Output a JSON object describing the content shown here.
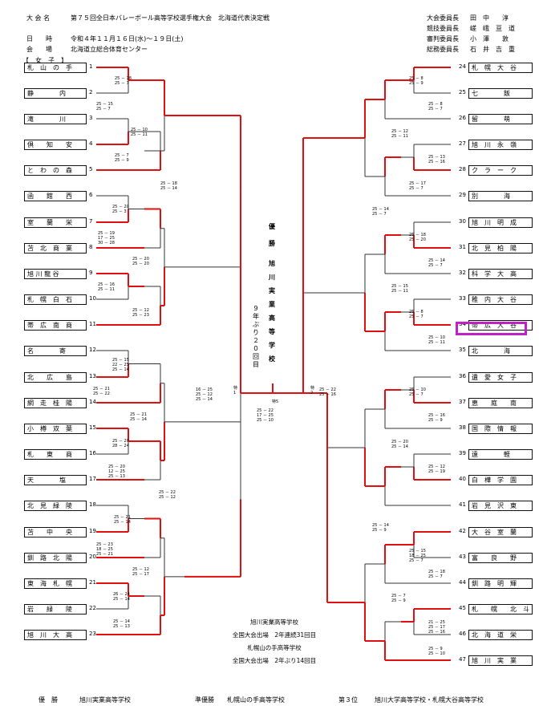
{
  "header": {
    "event_label": "大 会 名",
    "event_name": "第７５回全日本バレーボール高等学校選手権大会　北海道代表決定戦",
    "date_label": "日　　時",
    "date_value": "令和４年１１月１６日(水)～１９日(土)",
    "venue_label": "会　　場",
    "venue_value": "北海道立総合体育センター",
    "division": "【　女　子　】",
    "officials": [
      {
        "role": "大会委員長",
        "name": "田　中　　淳"
      },
      {
        "role": "競技委員長",
        "name": "嵯　峨　亘　道"
      },
      {
        "role": "審判委員長",
        "name": "小　澤　　敦"
      },
      {
        "role": "総務委員長",
        "name": "石　井　吉　重"
      }
    ]
  },
  "left_teams": [
    {
      "no": "1",
      "name": "札　山　の　手"
    },
    {
      "no": "2",
      "name": "静　　　　内"
    },
    {
      "no": "3",
      "name": "滝　　　　川"
    },
    {
      "no": "4",
      "name": "倶　　知　　安"
    },
    {
      "no": "5",
      "name": "と　わ　の　森"
    },
    {
      "no": "6",
      "name": "函　　館　　西"
    },
    {
      "no": "7",
      "name": "室　　蘭　　栄"
    },
    {
      "no": "8",
      "name": "苫　北　商　業"
    },
    {
      "no": "9",
      "name": "旭 川 龍 谷"
    },
    {
      "no": "10",
      "name": "札　幌　白　石"
    },
    {
      "no": "11",
      "name": "帯　広　南　商"
    },
    {
      "no": "12",
      "name": "名　　　　寄"
    },
    {
      "no": "13",
      "name": "北　　広　　島"
    },
    {
      "no": "14",
      "name": "網　走　桂　陽"
    },
    {
      "no": "15",
      "name": "小　樽　双　葉"
    },
    {
      "no": "16",
      "name": "札　　東　　商"
    },
    {
      "no": "17",
      "name": "天　　　　塩"
    },
    {
      "no": "18",
      "name": "北　見　緑　陵"
    },
    {
      "no": "19",
      "name": "苫　　中　　央"
    },
    {
      "no": "20",
      "name": "釧　路　北　陽"
    },
    {
      "no": "21",
      "name": "東　海　札　幌"
    },
    {
      "no": "22",
      "name": "岩　　緑　　陵"
    },
    {
      "no": "23",
      "name": "旭　川　大　高"
    }
  ],
  "right_teams": [
    {
      "no": "24",
      "name": "札　幌　大　谷"
    },
    {
      "no": "25",
      "name": "七　　　　飯"
    },
    {
      "no": "26",
      "name": "留　　　　萌"
    },
    {
      "no": "27",
      "name": "旭　川　永　嶺"
    },
    {
      "no": "28",
      "name": "ク　ラ　ー　ク"
    },
    {
      "no": "29",
      "name": "別　　　　海"
    },
    {
      "no": "30",
      "name": "旭　川　明　成"
    },
    {
      "no": "31",
      "name": "北　見　柏　陽"
    },
    {
      "no": "32",
      "name": "科　学　大　高"
    },
    {
      "no": "33",
      "name": "稚　内　大　谷"
    },
    {
      "no": "34",
      "name": "帯　広　大　谷"
    },
    {
      "no": "35",
      "name": "北　　　　海"
    },
    {
      "no": "36",
      "name": "遺　愛　女　子"
    },
    {
      "no": "37",
      "name": "恵　　庭　　南"
    },
    {
      "no": "38",
      "name": "国　際　情　報"
    },
    {
      "no": "39",
      "name": "遠　　　　軽"
    },
    {
      "no": "40",
      "name": "白　樺　学　園"
    },
    {
      "no": "41",
      "name": "岩　見　沢　東"
    },
    {
      "no": "42",
      "name": "大　谷　室　蘭"
    },
    {
      "no": "43",
      "name": "富　　良　　野"
    },
    {
      "no": "44",
      "name": "釧　路　明　輝"
    },
    {
      "no": "45",
      "name": "札　　幌　　北　斗"
    },
    {
      "no": "46",
      "name": "北　海　道　栄"
    },
    {
      "no": "47",
      "name": "旭　川　実　業"
    }
  ],
  "center": {
    "champion_label": "優\n勝",
    "champion_school": "旭\n川\n実\n業\n高\n等\n学\n校",
    "streak": "９年ぶり２０回目",
    "semi_left": "特\n1",
    "semi_right": "特\n2",
    "final_label": "特5"
  },
  "scores": {
    "l1": [
      "25 － 18",
      "25 － 7"
    ],
    "l2": [
      "25 － 15",
      "25 － 7"
    ],
    "l3": [
      "25 － 10",
      "25 － 11"
    ],
    "l4": [
      "25 － 7",
      "25 － 9"
    ],
    "l5": [
      "25 － 18",
      "25 － 14"
    ],
    "l6": [
      "25 － 20",
      "25 － 3"
    ],
    "l7": [
      "25 － 19",
      "17 － 25",
      "30 － 28"
    ],
    "l8": [
      "25 － 20",
      "25 － 20"
    ],
    "l9": [
      "25 － 16",
      "25 － 11"
    ],
    "l10": [
      "25 － 12",
      "25 － 23"
    ],
    "l11": [
      "25 － 15",
      "22 － 25",
      "25 － 14"
    ],
    "l12": [
      "25 － 21",
      "25 － 22"
    ],
    "l13": [
      "25 － 21",
      "25 － 14"
    ],
    "l14": [
      "25 － 20",
      "28 － 24"
    ],
    "l15": [
      "25 － 20",
      "12 － 25",
      "25 － 13"
    ],
    "l16": [
      "25 － 22",
      "25 － 12"
    ],
    "l17": [
      "25 － 21",
      "25 － 14"
    ],
    "l18": [
      "25 － 23",
      "18 － 25",
      "25 － 21"
    ],
    "l19": [
      "25 － 12",
      "25 － 17"
    ],
    "l20": [
      "26 － 24",
      "25 － 14"
    ],
    "l21": [
      "25 － 14",
      "25 － 13"
    ],
    "semi_l": [
      "16 － 25",
      "25 － 12",
      "25 － 14"
    ],
    "final": [
      "25 － 22",
      "17 － 25",
      "25 － 10"
    ],
    "semi_r": [
      "25 － 22",
      "25 － 16"
    ],
    "r1": [
      "25 － 8",
      "25 － 9"
    ],
    "r2": [
      "25 － 8",
      "25 － 7"
    ],
    "r3": [
      "25 － 12",
      "25 － 11"
    ],
    "r4": [
      "25 － 13",
      "25 － 16"
    ],
    "r5": [
      "25 － 17",
      "25 － 7"
    ],
    "r6": [
      "25 － 14",
      "25 － 7"
    ],
    "r7": [
      "25 － 18",
      "25 － 20"
    ],
    "r8": [
      "25 － 14",
      "25 － 7"
    ],
    "r9": [
      "25 － 15",
      "25 － 11"
    ],
    "r10": [
      "25 － 8",
      "25 － 7"
    ],
    "r11": [
      "25 － 10",
      "25 － 11"
    ],
    "r12": [
      "25 － 10",
      "25 － 7"
    ],
    "r13": [
      "25 － 16",
      "25 － 9"
    ],
    "r14": [
      "25 － 20",
      "25 － 14"
    ],
    "r15": [
      "25 － 12",
      "25 － 19"
    ],
    "r16": [
      "25 － 14",
      "25 － 9"
    ],
    "r17": [
      "25 － 15",
      "18 － 25",
      "25 － 7"
    ],
    "r18": [
      "25 － 18",
      "25 － 7"
    ],
    "r19": [
      "25 － 7",
      "25 － 9"
    ],
    "r20": [
      "21 － 25",
      "25 － 17",
      "25 － 16"
    ],
    "r21": [
      "25 － 9",
      "25 － 10"
    ]
  },
  "notes": {
    "line1": "旭川実業高等学校",
    "line2": "全国大会出場　2年連続31回目",
    "line3": "札幌山の手高等学校",
    "line4": "全国大会出場　2年ぶり14回目"
  },
  "footer": {
    "first_label": "優　勝",
    "first": "旭川実業高等学校",
    "second_label": "準優勝",
    "second": "札幌山の手高等学校",
    "third_label": "第３位",
    "third": "旭川大学高等学校・札幌大谷高等学校"
  },
  "highlight_color": "#c020c8",
  "win_color": "#e01010"
}
